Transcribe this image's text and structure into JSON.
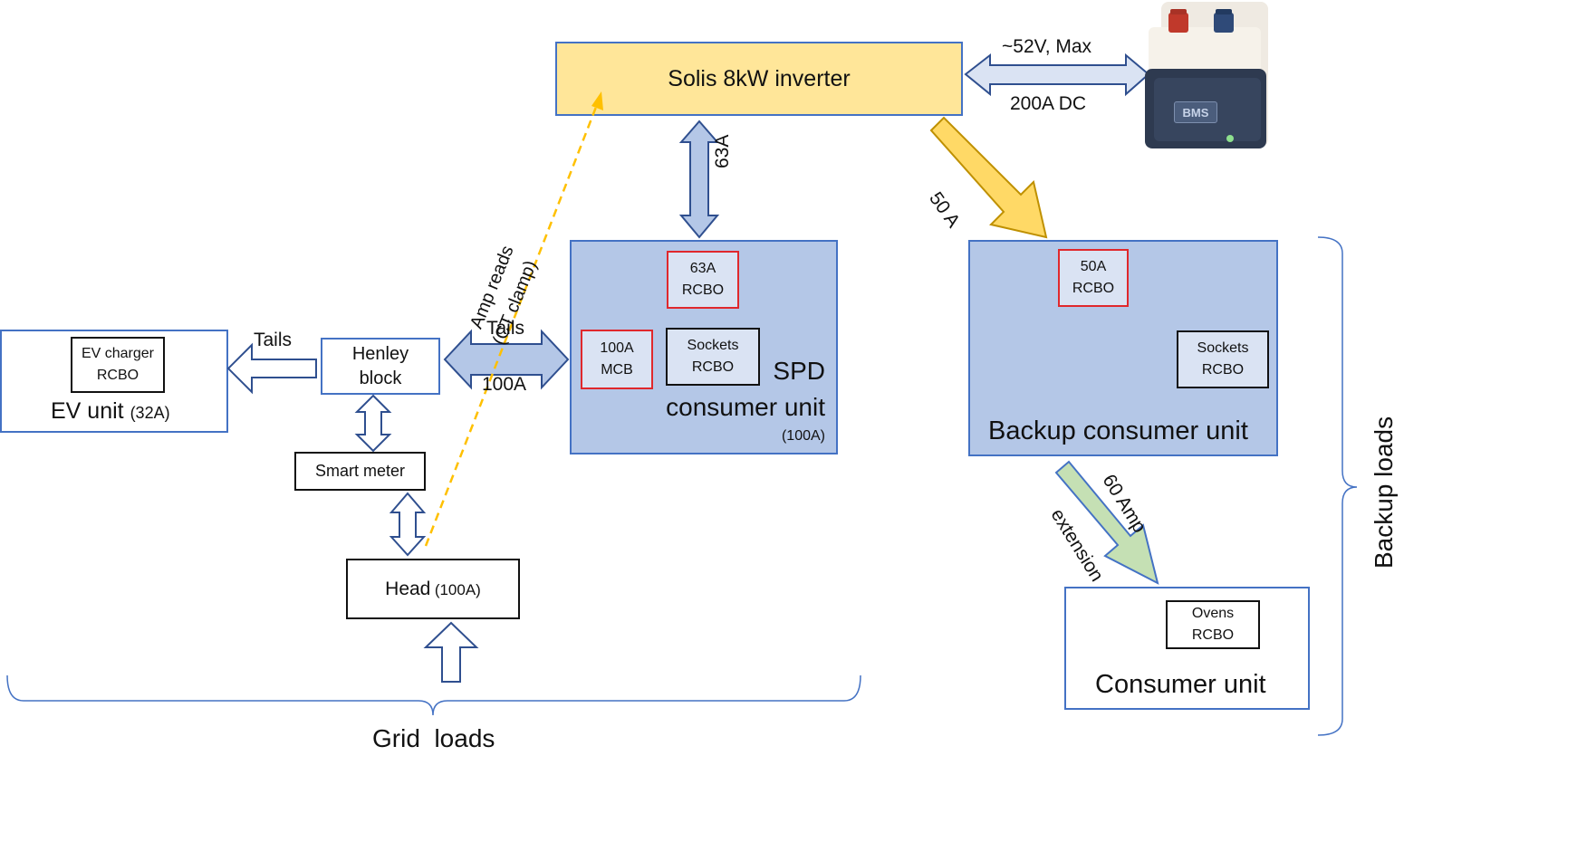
{
  "inverter": {
    "label": "Solis 8kW inverter"
  },
  "battery": {
    "badge": "BMS",
    "link_top": "~52V, Max",
    "link_bottom": "200A DC"
  },
  "inverter_to_spd": {
    "label": "63A"
  },
  "inverter_to_backup": {
    "label": "50 A"
  },
  "ct_clamp": {
    "line1": "Amp reads",
    "line2": "(CT clamp)"
  },
  "spd_unit": {
    "title1": "SPD",
    "title2": "consumer unit",
    "rating": "(100A)",
    "breaker_63": {
      "line1": "63A",
      "line2": "RCBO"
    },
    "breaker_mcb": {
      "line1": "100A",
      "line2": "MCB"
    },
    "breaker_sockets": {
      "line1": "Sockets",
      "line2": "RCBO"
    }
  },
  "henley_to_spd": {
    "top": "Tails",
    "bottom": "100A"
  },
  "henley": {
    "line1": "Henley",
    "line2": "block"
  },
  "henley_to_ev": {
    "label": "Tails"
  },
  "ev_unit": {
    "title": "EV unit",
    "rating": "(32A)",
    "breaker": {
      "line1": "EV charger",
      "line2": "RCBO"
    }
  },
  "smart_meter": {
    "label": "Smart meter"
  },
  "head": {
    "label": "Head",
    "rating": "(100A)"
  },
  "backup_unit": {
    "title": "Backup consumer unit",
    "breaker_50": {
      "line1": "50A",
      "line2": "RCBO"
    },
    "breaker_sockets": {
      "line1": "Sockets",
      "line2": "RCBO"
    }
  },
  "extension": {
    "line1": "60 Amp",
    "line2": "extension"
  },
  "consumer_unit": {
    "title": "Consumer unit",
    "breaker": {
      "line1": "Ovens",
      "line2": "RCBO"
    }
  },
  "grid_loads": {
    "label": "Grid  loads"
  },
  "backup_loads": {
    "label": "Backup loads"
  },
  "colors": {
    "box_fill": "#b4c7e7",
    "box_border": "#4472c4",
    "inverter_fill": "#ffe699",
    "arrow_gold": "#ffd966",
    "arrow_green": "#c5e0b4",
    "breaker_red": "#e0282c",
    "ct_dash": "#ffc000"
  }
}
